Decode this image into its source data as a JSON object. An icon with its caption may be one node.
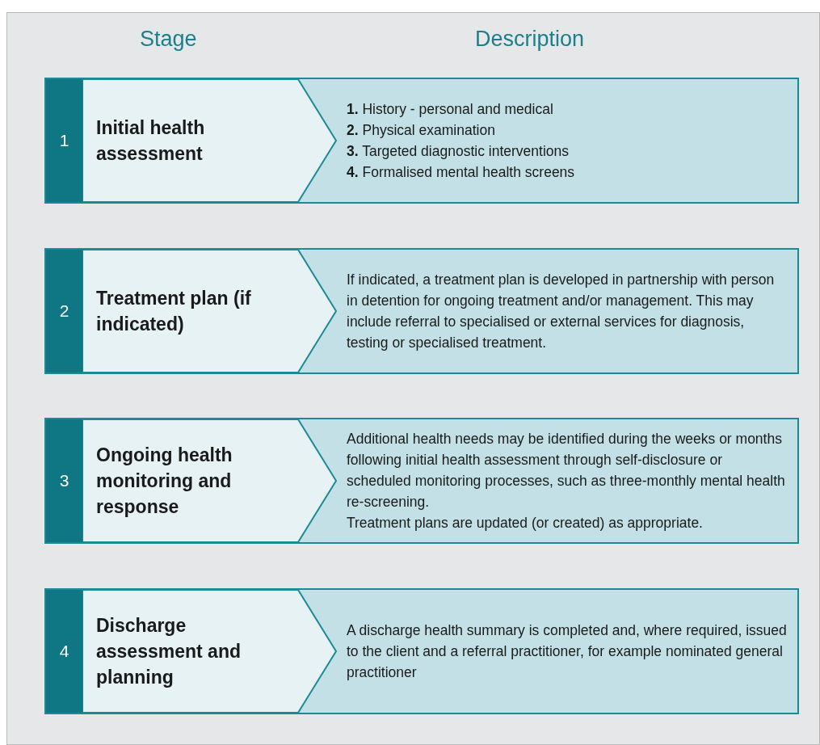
{
  "diagram": {
    "nodes": [
      {
        "text": [
          "1"
        ]
      },
      {
        "text": [
          "Initial health assessment"
        ]
      },
      {
        "text": [
          "**1.** History - personal and medical",
          "**2.** Physical examination",
          "**3.** Targeted diagnostic interventions",
          "**4.** Formalised mental health screens"
        ]
      },
      {
        "text": [
          "2"
        ]
      },
      {
        "text": [
          "Treatment plan (if indicated)"
        ]
      },
      {
        "text": [
          "If indicated, a treatment plan is developed in partnership with person in detention for ongoing treatment and/or management. This may include referral to specialised or external services for diagnosis, testing or specialised treatment."
        ]
      },
      {
        "text": [
          "3"
        ]
      },
      {
        "text": [
          "Ongoing health monitoring and response"
        ]
      },
      {
        "text": [
          "Additional health needs may be identified during the weeks or months following initial health assessment through self-disclosure or scheduled monitoring processes, such as three-monthly mental health re-screening.",
          "Treatment plans are updated (or created) as appropriate."
        ]
      },
      {
        "text": [
          "4"
        ]
      },
      {
        "text": [
          "Discharge assessment and planning"
        ]
      },
      {
        "text": [
          "A discharge health summary is completed and, where required, issued to the client and a referral practitioner, for example nominated general practitioner"
        ]
      }
    ],
    "labels": [
      "Stage",
      "Description"
    ]
  }
}
